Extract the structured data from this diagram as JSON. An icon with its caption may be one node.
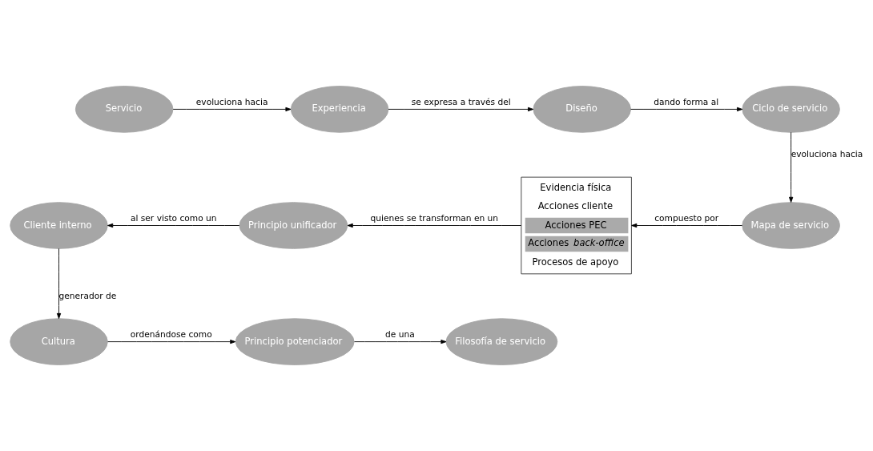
{
  "diagram": {
    "nodes": [
      {
        "text": [
          "Servicio"
        ]
      },
      {
        "text": [
          "Experiencia"
        ]
      },
      {
        "text": [
          "Diseño"
        ]
      },
      {
        "text": [
          "Ciclo de servicio"
        ]
      },
      {
        "text": [
          "Mapa de servicio"
        ]
      },
      {
        "text": [
          "Evidencia física",
          "Acciones cliente",
          "Acciones PEC",
          "Acciones *back-office*",
          "Procesos de apoyo"
        ]
      },
      {
        "text": [
          "Principio unificador"
        ]
      },
      {
        "text": [
          "Cliente interno"
        ]
      },
      {
        "text": [
          "Cultura"
        ]
      },
      {
        "text": [
          "Principio potenciador"
        ]
      },
      {
        "text": [
          "Filosofía de servicio"
        ]
      }
    ],
    "edges": [
      {
        "from": 0,
        "to": 1,
        "arrow": "to",
        "label": "evoluciona hacia"
      },
      {
        "from": 1,
        "to": 2,
        "arrow": "to",
        "label": "se expresa a través del"
      },
      {
        "from": 2,
        "to": 3,
        "arrow": "to",
        "label": "dando forma al"
      },
      {
        "from": 3,
        "to": 4,
        "arrow": "to",
        "label": "evoluciona hacia"
      },
      {
        "from": 4,
        "to": 5,
        "arrow": "to",
        "label": "compuesto por"
      },
      {
        "from": 5,
        "to": 6,
        "arrow": "to",
        "label": "quienes se transforman en un"
      },
      {
        "from": 6,
        "to": 7,
        "arrow": "to",
        "label": "al ser visto como un"
      },
      {
        "from": 7,
        "to": 8,
        "arrow": "to",
        "label": "generador de"
      },
      {
        "from": 8,
        "to": 9,
        "arrow": "to",
        "label": "ordenándose como"
      },
      {
        "from": 9,
        "to": 10,
        "arrow": "to",
        "label": "de una"
      }
    ]
  }
}
